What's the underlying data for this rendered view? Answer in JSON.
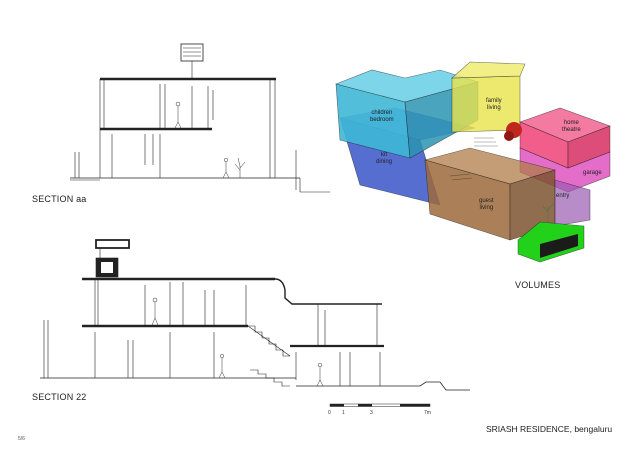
{
  "section_aa": {
    "label": "SECTION aa"
  },
  "section_22": {
    "label": "SECTION 22"
  },
  "volumes": {
    "label": "VOLUMES",
    "spaces": {
      "children_bedroom": "children\nbedroom",
      "family_living": "family\nliving",
      "home_theatre": "home\ntheatre",
      "kit_dining": "kit\ndining",
      "garage": "garage",
      "guest_living": "guest\nliving",
      "entry": "entry"
    },
    "colors": {
      "cyan": "#3fb7d6",
      "yellow": "#e8e24a",
      "pink": "#ef4d7e",
      "blue": "#3a55c9",
      "magenta": "#d93cb7",
      "brown": "#9c6a3c",
      "green": "#22d11a"
    }
  },
  "scale_bar": {
    "ticks": [
      "0",
      "1",
      "3",
      "7m"
    ]
  },
  "title": "SRIASH RESIDENCE, bengaluru",
  "page_number": "5/6"
}
